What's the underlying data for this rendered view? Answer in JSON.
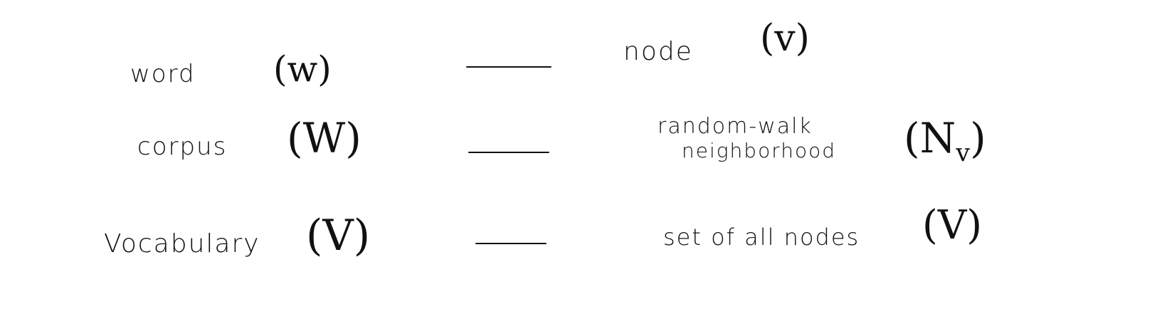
{
  "rows": [
    {
      "left_label": "word",
      "left_symbol": "(w)",
      "right_label": "node",
      "right_symbol": "(v)"
    },
    {
      "left_label": "corpus",
      "left_symbol": "(W)",
      "right_label_line1": "random-walk",
      "right_label_line2": "neighborhood",
      "right_symbol_base": "(N",
      "right_symbol_sub": "v",
      "right_symbol_close": ")"
    },
    {
      "left_label": "Vocabulary",
      "left_symbol": "(V)",
      "right_label": "set of all nodes",
      "right_symbol": "(V)"
    }
  ]
}
